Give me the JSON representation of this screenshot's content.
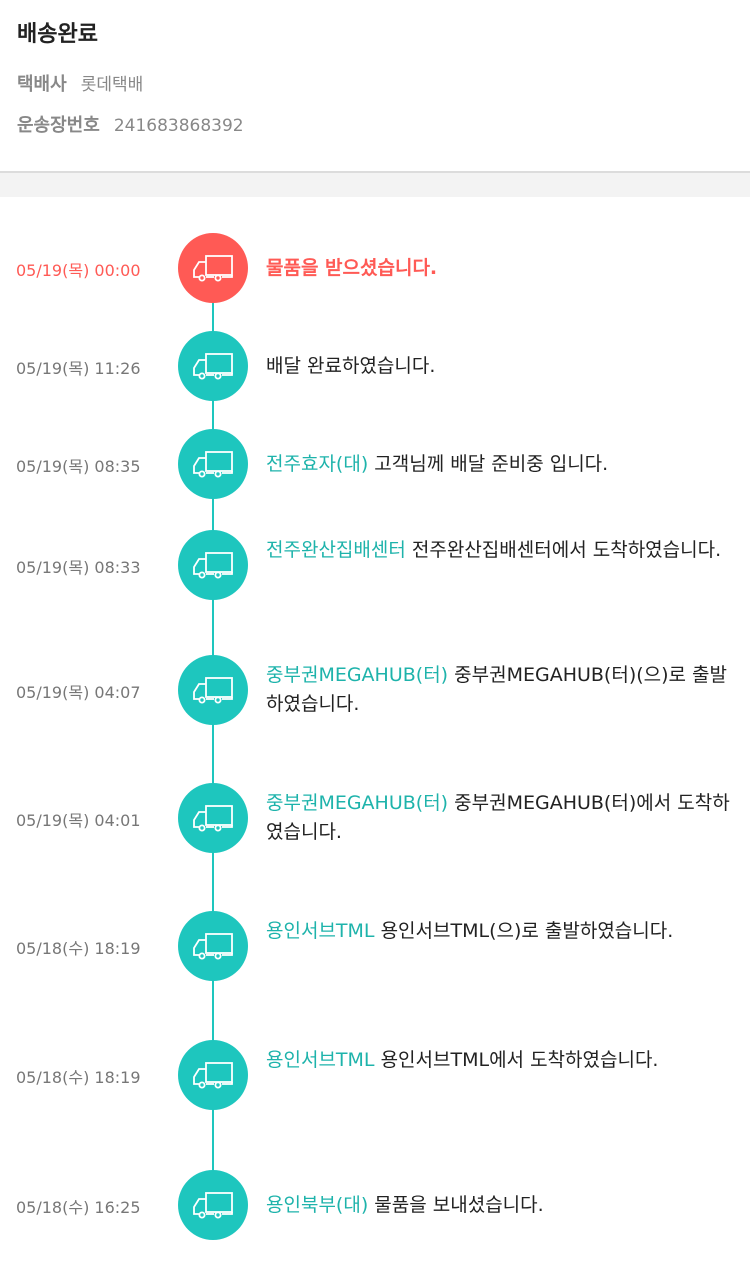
{
  "header": {
    "status_title": "배송완료",
    "carrier_label": "택배사",
    "carrier_value": "롯데택배",
    "tracking_label": "운송장번호",
    "tracking_value": "241683868392"
  },
  "colors": {
    "accent": "#1ec6be",
    "current": "#ff5a55"
  },
  "timeline": [
    {
      "date": "05/19(목) 00:00",
      "location": "",
      "message": "물품을 받으셨습니다.",
      "current": true,
      "icon": "truck-icon"
    },
    {
      "date": "05/19(목) 11:26",
      "location": "",
      "message": "배달 완료하였습니다.",
      "icon": "truck-icon"
    },
    {
      "date": "05/19(목) 08:35",
      "location": "전주효자(대)",
      "message": "고객님께 배달 준비중 입니다.",
      "icon": "truck-icon"
    },
    {
      "date": "05/19(목) 08:33",
      "location": "전주완산집배센터",
      "message": "전주완산집배센터에서 도착하였습니다.",
      "icon": "truck-icon"
    },
    {
      "date": "05/19(목) 04:07",
      "location": "중부권MEGAHUB(터)",
      "message": "중부권MEGAHUB(터)(으)로 출발하였습니다.",
      "icon": "truck-icon"
    },
    {
      "date": "05/19(목) 04:01",
      "location": "중부권MEGAHUB(터)",
      "message": "중부권MEGAHUB(터)에서 도착하였습니다.",
      "icon": "truck-icon"
    },
    {
      "date": "05/18(수) 18:19",
      "location": "용인서브TML",
      "message": "용인서브TML(으)로 출발하였습니다.",
      "icon": "truck-icon"
    },
    {
      "date": "05/18(수) 18:19",
      "location": "용인서브TML",
      "message": "용인서브TML에서 도착하였습니다.",
      "icon": "truck-icon"
    },
    {
      "date": "05/18(수) 16:25",
      "location": "용인북부(대)",
      "message": "물품을 보내셨습니다.",
      "icon": "truck-icon"
    }
  ]
}
